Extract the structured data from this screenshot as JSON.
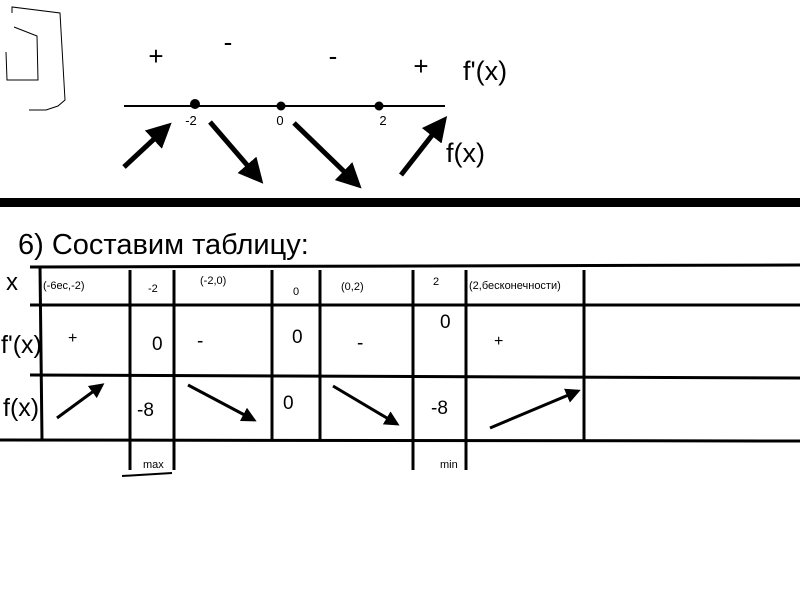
{
  "sign_chart": {
    "signs": [
      "+",
      "-",
      "-",
      "+"
    ],
    "derivative_label": "f'(x)",
    "function_label": "f(x)",
    "points": [
      {
        "value": "-2"
      },
      {
        "value": "0"
      },
      {
        "value": "2"
      }
    ]
  },
  "section_heading": "6) Составим таблицу:",
  "table": {
    "header_row": {
      "label": "x",
      "cells": [
        "(-6ес,-2)",
        "-2",
        "(-2,0)",
        "0",
        "(0,2)",
        "2",
        "(2,бесконечности)"
      ]
    },
    "derivative_row": {
      "label": "f'(x)",
      "cells": [
        "+",
        "0",
        "-",
        "0",
        "-",
        "0",
        "+"
      ]
    },
    "function_row": {
      "label": "f(x)",
      "cells": [
        "↗",
        "-8",
        "↘",
        "0",
        "↘",
        "-8",
        "↗"
      ]
    },
    "extremum_labels": [
      "max",
      "min"
    ]
  }
}
